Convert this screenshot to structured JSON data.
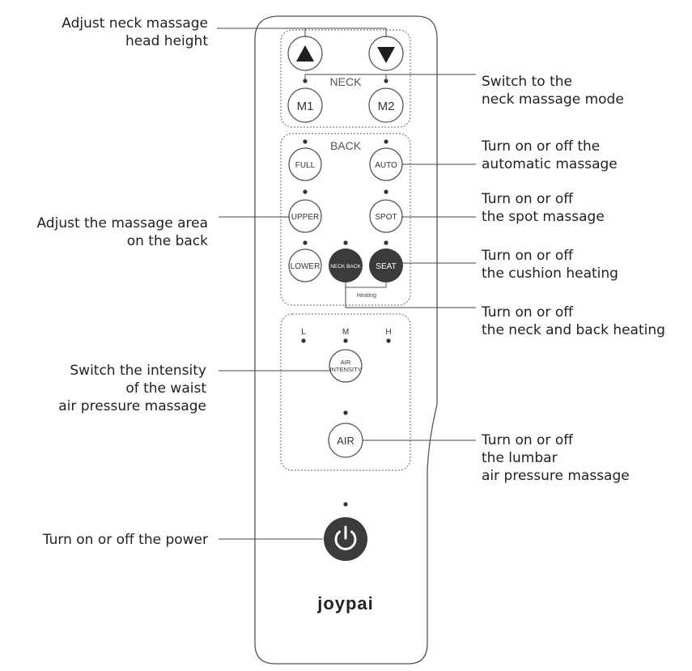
{
  "remote": {
    "neck_group": {
      "title": "NECK",
      "up_icon": "triangle-up-icon",
      "down_icon": "triangle-down-icon",
      "m1": "M1",
      "m2": "M2"
    },
    "back_group": {
      "title": "BACK",
      "full": "FULL",
      "auto": "AUTO",
      "upper": "UPPER",
      "spot": "SPOT",
      "lower": "LOWER",
      "neck_back": "NECK BACK",
      "seat": "SEAT",
      "heating": "Heating"
    },
    "air_group": {
      "level_l": "L",
      "level_m": "M",
      "level_h": "H",
      "intensity_line1": "AIR",
      "intensity_line2": "INTENSITY",
      "air": "AIR"
    },
    "power_icon": "power-icon",
    "brand": "joypai",
    "colors": {
      "outline": "#555555",
      "dark_button": "#3b3b3b",
      "text": "#222222"
    }
  },
  "callouts": {
    "neck_height": [
      "Adjust neck massage",
      "head height"
    ],
    "neck_mode": [
      "Switch to the",
      "neck massage mode"
    ],
    "auto": [
      "Turn on or off the",
      "automatic massage"
    ],
    "back_area": [
      "Adjust the massage area",
      "on the back"
    ],
    "spot": [
      "Turn on or off",
      "the spot massage"
    ],
    "cushion_heating": [
      "Turn on or off",
      "the cushion heating"
    ],
    "neck_back_heating": [
      "Turn on or off",
      "the neck and back heating"
    ],
    "waist_intensity": [
      "Switch the intensity",
      "of the waist",
      "air pressure massage"
    ],
    "lumbar_air": [
      "Turn on or off",
      "the lumbar",
      "air pressure massage"
    ],
    "power": [
      "Turn on or off the power"
    ]
  }
}
